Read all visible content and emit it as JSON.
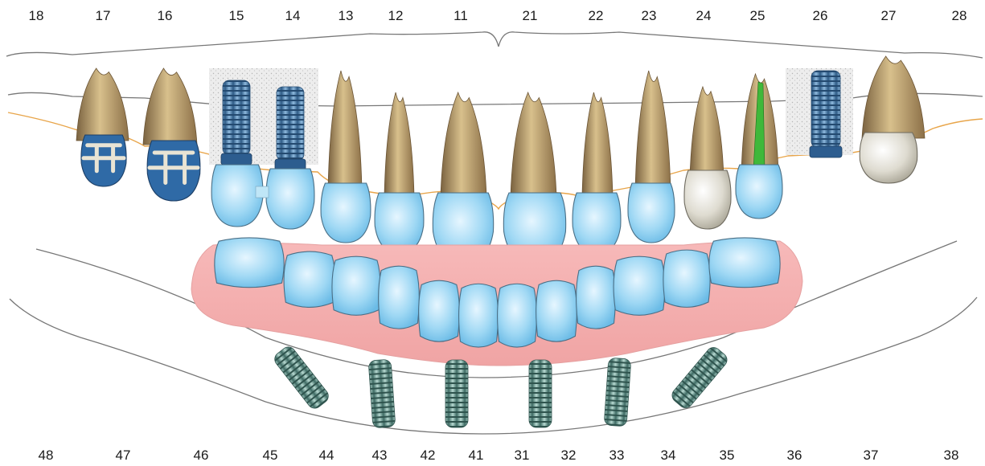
{
  "upper_numbers": [
    "18",
    "17",
    "16",
    "15",
    "14",
    "13",
    "12",
    "11",
    "21",
    "22",
    "23",
    "24",
    "25",
    "26",
    "27",
    "28"
  ],
  "lower_numbers": [
    "48",
    "47",
    "46",
    "45",
    "44",
    "43",
    "42",
    "41",
    "31",
    "32",
    "33",
    "34",
    "35",
    "36",
    "37",
    "38"
  ],
  "upper_teeth": [
    {
      "fdi": "17",
      "state": "root-crown-blue"
    },
    {
      "fdi": "16",
      "state": "root-crown-blue"
    },
    {
      "fdi": "15",
      "state": "implant-bone-graft"
    },
    {
      "fdi": "14",
      "state": "implant-bone-graft"
    },
    {
      "fdi": "13",
      "state": "tooth-crown-lightblue"
    },
    {
      "fdi": "12",
      "state": "tooth-crown-lightblue"
    },
    {
      "fdi": "11",
      "state": "tooth-crown-lightblue"
    },
    {
      "fdi": "21",
      "state": "tooth-crown-lightblue"
    },
    {
      "fdi": "22",
      "state": "tooth-crown-lightblue"
    },
    {
      "fdi": "23",
      "state": "tooth-crown-lightblue"
    },
    {
      "fdi": "24",
      "state": "natural"
    },
    {
      "fdi": "25",
      "state": "root-canal-crown"
    },
    {
      "fdi": "26",
      "state": "implant-bone-graft"
    },
    {
      "fdi": "27",
      "state": "natural"
    }
  ],
  "lower_prosthesis": {
    "type": "implant-supported-bridge",
    "teeth_count": 12,
    "implants_count": 6
  },
  "colors": {
    "root": "#b89a63",
    "crown_lightblue": "#8fd0f0",
    "crown_blue": "#2f6aa6",
    "implant": "#5d8fb8",
    "lower_implant": "#6e9a92",
    "gum_pink": "#f2a9a9",
    "gumline_orange": "#e8a54a",
    "root_canal_green": "#3fb83a",
    "natural_crown": "#dcd8cc"
  }
}
